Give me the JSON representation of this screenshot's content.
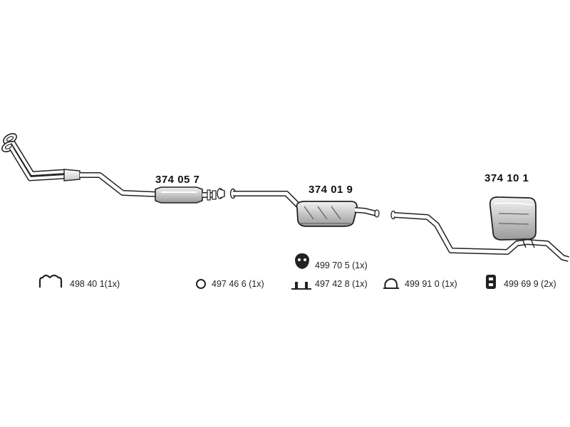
{
  "parts": [
    {
      "id": "front-pipe-catalyst",
      "number": "374 05 7"
    },
    {
      "id": "middle-silencer",
      "number": "374 01 9"
    },
    {
      "id": "rear-silencer",
      "number": "374 10 1"
    }
  ],
  "accessories": [
    {
      "id": "rubber-strip-hanger",
      "icon": "rubber-strip-icon",
      "label": "498 40 1(1x)"
    },
    {
      "id": "rubber-ring",
      "icon": "ring-icon",
      "label": "497 46 6  (1x)"
    },
    {
      "id": "mounting-bar",
      "icon": "mounting-bar-icon",
      "label": "497 42 8  (1x)"
    },
    {
      "id": "clamp",
      "icon": "clamp-icon",
      "label": "499 91 0  (1x)"
    },
    {
      "id": "rubber-mount-1",
      "icon": "rubber-mount-icon",
      "label": "499 70 5  (1x)"
    },
    {
      "id": "rubber-mount-2",
      "icon": "rubber-block-icon",
      "label": "499 69 9  (2x)"
    }
  ],
  "colors": {
    "line": "#222222",
    "fill": "#ffffff",
    "shade": "#bdbdbd",
    "dark": "#777777"
  }
}
